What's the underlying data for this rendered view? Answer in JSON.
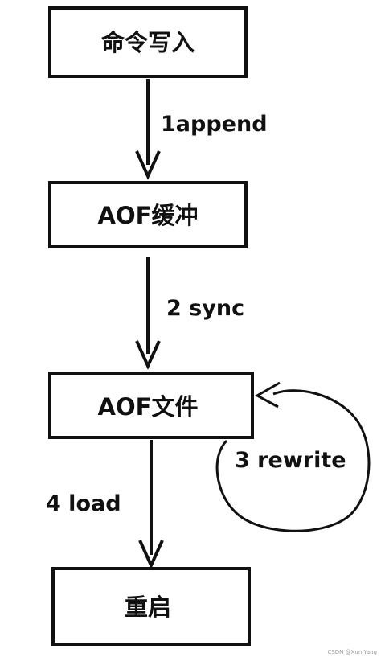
{
  "diagram": {
    "nodes": {
      "command_write": "命令写入",
      "aof_buffer": "AOF缓冲",
      "aof_file": "AOF文件",
      "restart": "重启"
    },
    "edges": {
      "append": "1append",
      "sync": "2 sync",
      "rewrite": "3 rewrite",
      "load": "4 load"
    },
    "colors": {
      "stroke": "#111111",
      "text": "#111111",
      "background": "#ffffff"
    }
  },
  "watermark": "CSDN @Xun Yang"
}
